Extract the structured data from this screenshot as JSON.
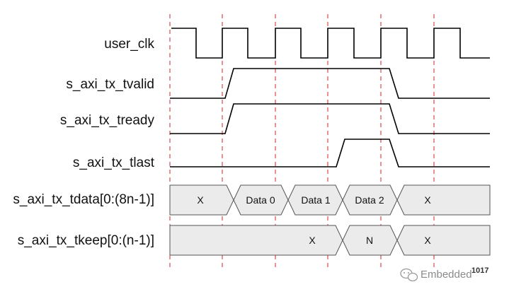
{
  "signals": [
    {
      "id": "user_clk",
      "label": "user_clk"
    },
    {
      "id": "tvalid",
      "label": "s_axi_tx_tvalid"
    },
    {
      "id": "tready",
      "label": "s_axi_tx_tready"
    },
    {
      "id": "tlast",
      "label": "s_axi_tx_tlast"
    },
    {
      "id": "tdata",
      "label": "s_axi_tx_tdata[0:(8n-1)]"
    },
    {
      "id": "tkeep",
      "label": "s_axi_tx_tkeep[0:(n-1)]"
    }
  ],
  "buses": {
    "tdata": [
      "X",
      "Data 0",
      "Data 1",
      "Data 2",
      "X"
    ],
    "tkeep": [
      "X",
      "N",
      "X"
    ]
  },
  "colors": {
    "guide": "#d0262a",
    "bus_fill": "#ebebeb",
    "waveform": "#000000"
  },
  "watermark": {
    "icon": "wechat-bubble-icon",
    "text": "Embedded",
    "id_overlay": "1017"
  }
}
